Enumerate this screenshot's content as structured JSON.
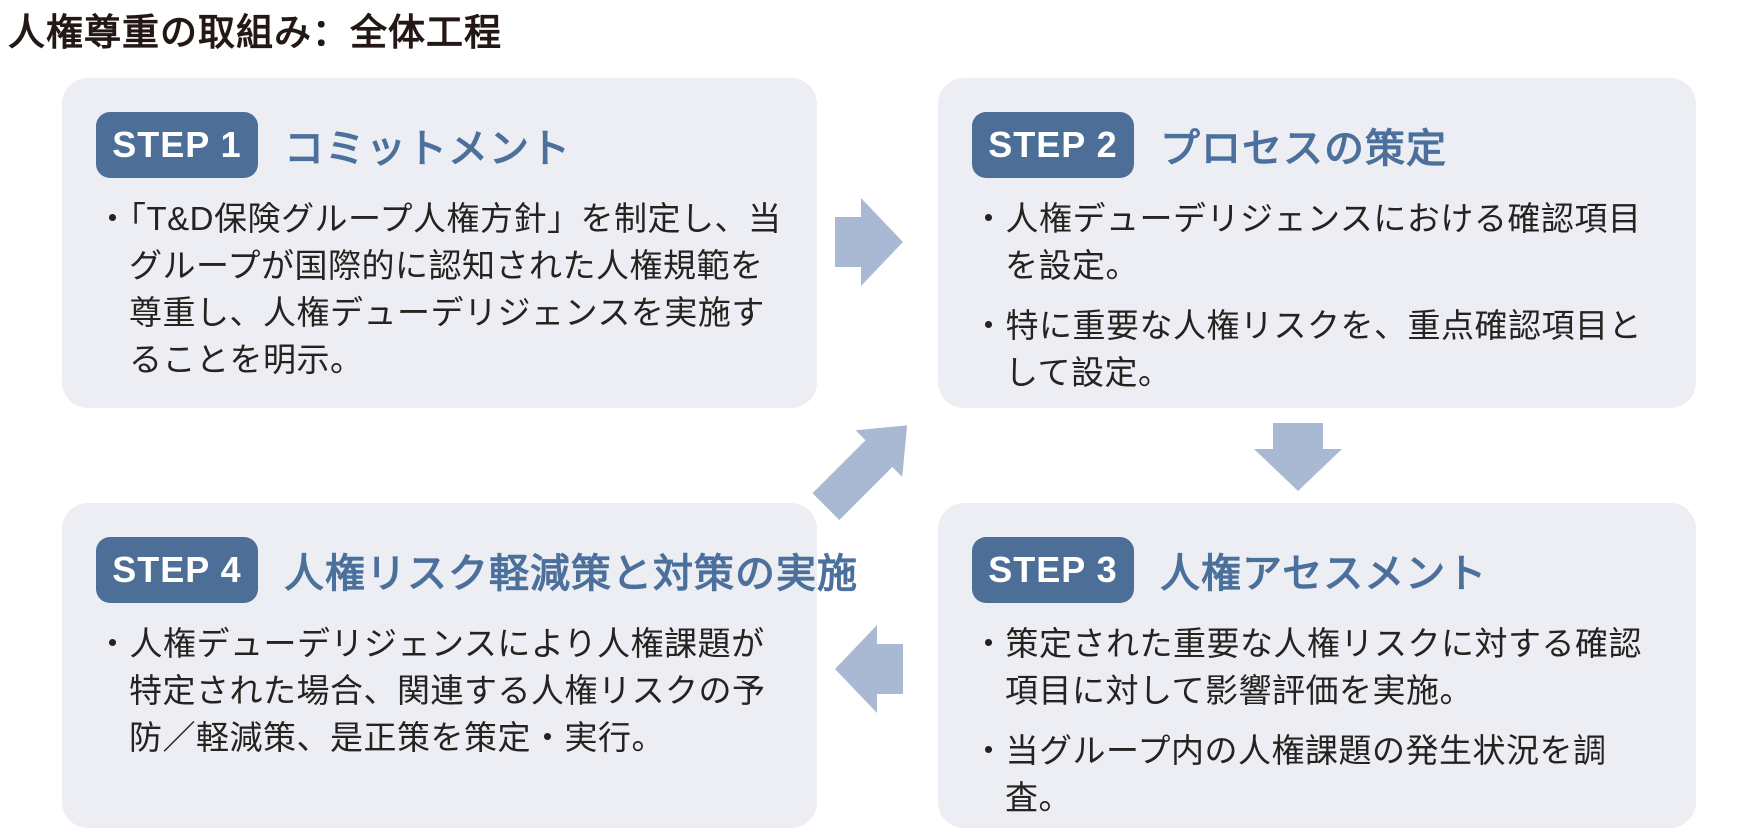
{
  "page": {
    "title": "人権尊重の取組み：全体工程"
  },
  "colors": {
    "box_background": "#edeef3",
    "badge_background": "#4d6e97",
    "badge_text": "#ffffff",
    "heading_text": "#4c709c",
    "body_text": "#262220",
    "title_text": "#231815",
    "arrow_fill": "#aab9d3"
  },
  "steps": [
    {
      "badge": "STEP 1",
      "heading": "コミットメント",
      "bullets": [
        "・「T&D保険グループ人権方針」を制定し、当グループが国際的に認知された人権規範を尊重し、人権デューデリジェンスを実施することを明示。"
      ]
    },
    {
      "badge": "STEP 2",
      "heading": "プロセスの策定",
      "bullets": [
        "・人権デューデリジェンスにおける確認項目を設定。",
        "・特に重要な人権リスクを、重点確認項目として設定。"
      ]
    },
    {
      "badge": "STEP 3",
      "heading": "人権アセスメント",
      "bullets": [
        "・策定された重要な人権リスクに対する確認項目に対して影響評価を実施。",
        "・当グループ内の人権課題の発生状況を調査。"
      ]
    },
    {
      "badge": "STEP 4",
      "heading": "人権リスク軽減策と対策の実施",
      "bullets": [
        "・人権デューデリジェンスにより人権課題が特定された場合、関連する人権リスクの予防／軽減策、是正策を策定・実行。"
      ]
    }
  ],
  "arrows": {
    "step1_to_step2": "right",
    "step2_to_step3": "down",
    "step3_to_step4": "left",
    "step4_to_step1": "up-right"
  }
}
